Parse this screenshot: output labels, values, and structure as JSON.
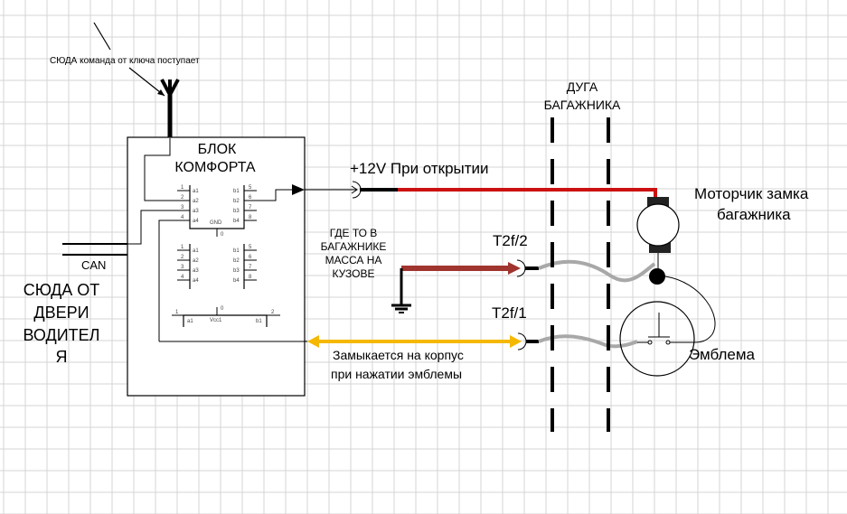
{
  "labels": {
    "key_note": "СЮДА команда от ключа поступает",
    "block_title_1": "БЛОК",
    "block_title_2": "КОМФОРТА",
    "can": "CAN",
    "driver_door_1": "СЮДА ОТ",
    "driver_door_2": "ДВЕРИ",
    "driver_door_3": "ВОДИТЕЛ",
    "driver_door_4": "Я",
    "plus12v": "+12V При открытии",
    "ground_note_1": "ГДЕ ТО В",
    "ground_note_2": "БАГАЖНИКЕ",
    "ground_note_3": "МАССА НА",
    "ground_note_4": "КУЗОВЕ",
    "t2f2": "T2f/2",
    "t2f1": "T2f/1",
    "arc_1": "ДУГА",
    "arc_2": "БАГАЖНИКА",
    "motor_1": "Моторчик замка",
    "motor_2": "багажника",
    "emblem": "Эмблема",
    "closes_1": "Замыкается на корпус",
    "closes_2": "при нажатии эмблемы"
  },
  "chip1": {
    "left_pins": [
      "1",
      "2",
      "3",
      "4"
    ],
    "left_names": [
      "a1",
      "a2",
      "a3",
      "a4"
    ],
    "right_pins": [
      "5",
      "6",
      "7",
      "8"
    ],
    "right_names": [
      "b1",
      "b2",
      "b3",
      "b4"
    ],
    "gnd": "GND",
    "gnd_pin": "0"
  },
  "chip2": {
    "left_pins": [
      "1",
      "2",
      "3",
      "4"
    ],
    "left_names": [
      "a1",
      "a2",
      "a3",
      "a4"
    ],
    "right_pins": [
      "5",
      "6",
      "7",
      "8"
    ],
    "right_names": [
      "b1",
      "b2",
      "b3",
      "b4"
    ]
  },
  "chip3": {
    "left_pin": "1",
    "left_name": "a1",
    "center": "Vcc1",
    "right_name": "b1",
    "right_pin": "2",
    "top_pin": "0"
  },
  "colors": {
    "red_wire": "#cc1111",
    "brown_wire": "#a0342e",
    "yellow_wire": "#f5b800",
    "gray_wire": "#a8a8a8",
    "grid": "#d4d4d4"
  }
}
